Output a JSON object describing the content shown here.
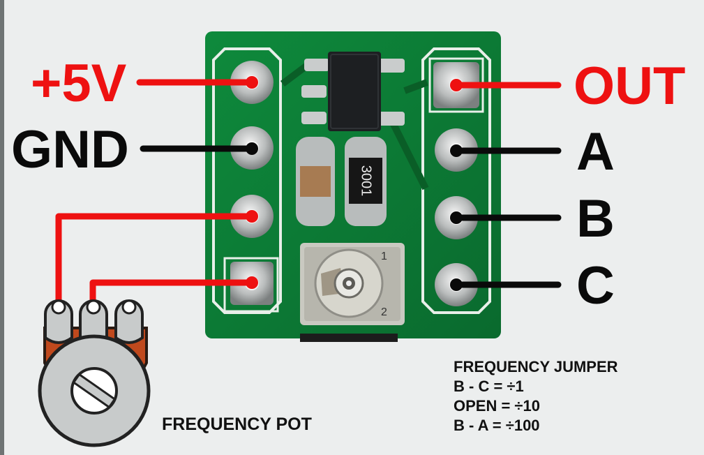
{
  "labels": {
    "vcc": "+5V",
    "gnd": "GND",
    "out": "OUT",
    "a": "A",
    "b": "B",
    "c": "C"
  },
  "resistor_marking": "3001",
  "trimmer_marks": {
    "one": "1",
    "two": "2"
  },
  "pot_label": "FREQUENCY POT",
  "jumper": {
    "title": "FREQUENCY JUMPER",
    "rows": [
      "B - C = ÷1",
      "OPEN = ÷10",
      "B - A = ÷100"
    ]
  },
  "colors": {
    "pcb": "#0c7a36",
    "wire_red": "#ee1111",
    "wire_black": "#0a0a0a",
    "background": "#eceeee"
  }
}
